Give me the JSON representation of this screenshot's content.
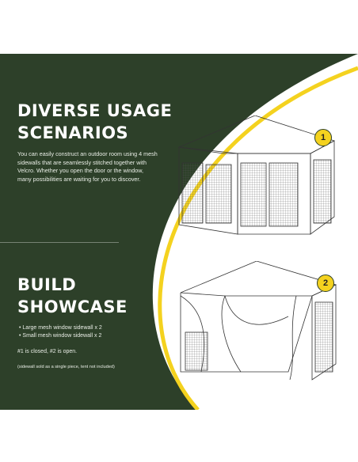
{
  "section1": {
    "title_line1": "DIVERSE USAGE",
    "title_line2": "SCENARIOS",
    "body": "You can easily construct an outdoor room using 4 mesh sidewalls that are seamlessly stitched together with Velcro. Whether you open the door or the window, many possibilities are waiting for you to discover.",
    "badge": "1"
  },
  "section2": {
    "title_line1": "BUILD",
    "title_line2": "SHOWCASE",
    "bullets": [
      "Large mesh window sidewall x 2",
      "Small mesh window sidewall x 2"
    ],
    "status_note": "#1 is closed, #2 is open.",
    "footnote": "(sidewall sold as a single piece, tent not included)",
    "badge": "2"
  },
  "colors": {
    "panel_bg": "#2d4029",
    "accent_yellow": "#f4d21f",
    "text_light": "#e9ede6"
  }
}
